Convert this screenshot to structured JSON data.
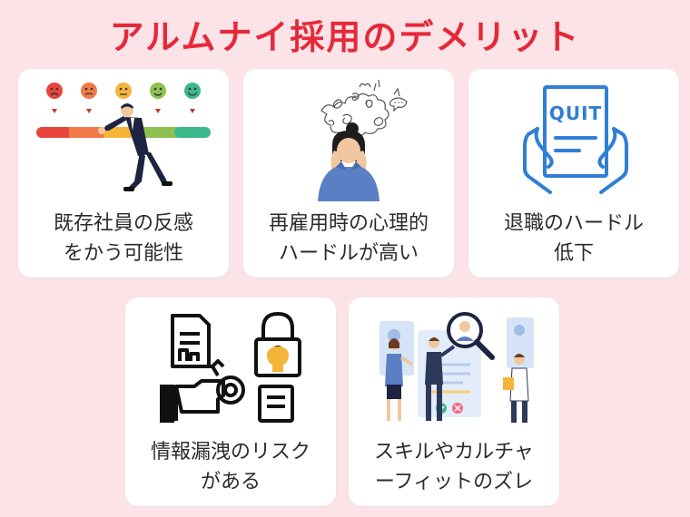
{
  "title": "アルムナイ採用のデメリット",
  "cards": [
    {
      "lines": [
        "既存社員の反感",
        "をかう可能性"
      ],
      "icon": "feedback-scale-illustration"
    },
    {
      "lines": [
        "再雇用時の心理的",
        "ハードルが高い"
      ],
      "icon": "stressed-woman-illustration"
    },
    {
      "lines": [
        "退職のハードル",
        "低下"
      ],
      "icon": "quit-letter-icon",
      "icon_text": "QUIT"
    },
    {
      "lines": [
        "情報漏洩のリスク",
        "がある"
      ],
      "icon": "data-leak-lock-icon"
    },
    {
      "lines": [
        "スキルやカルチャ",
        "ーフィットのズレ"
      ],
      "icon": "recruitment-search-illustration"
    }
  ],
  "colors": {
    "background": "#fbe3e7",
    "title": "#e5293a",
    "card": "#ffffff",
    "quit_icon": "#2f7fd6"
  }
}
